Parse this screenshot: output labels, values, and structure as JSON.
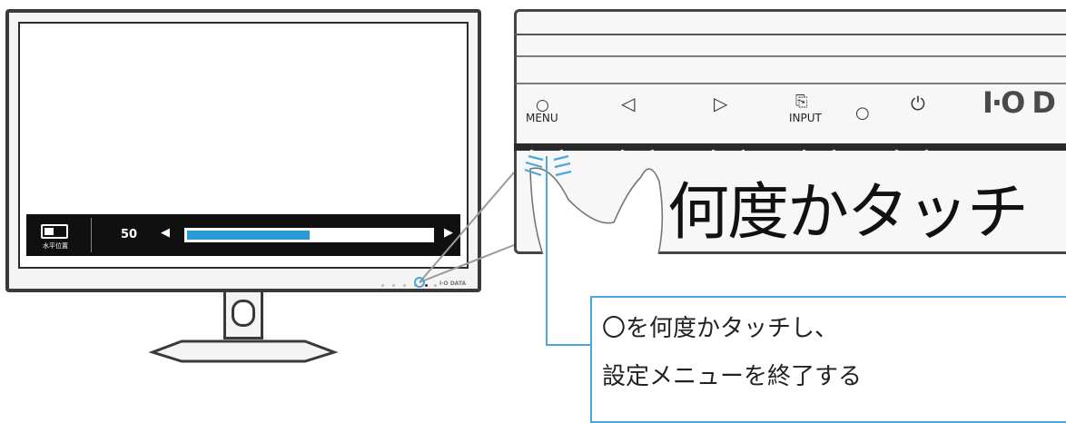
{
  "osd": {
    "icon": "horizontal-position-icon",
    "label": "水平位置",
    "value": "50",
    "left_arrow": "◀",
    "right_arrow": "▶",
    "level_fraction": 0.5
  },
  "monitor": {
    "front_logo": "I·O DATA"
  },
  "panel": {
    "buttons": [
      {
        "icon": "circle-icon",
        "glyph": "○",
        "label": "MENU"
      },
      {
        "icon": "triangle-left-icon",
        "glyph": "◁",
        "label": ""
      },
      {
        "icon": "triangle-right-icon",
        "glyph": "▷",
        "label": ""
      },
      {
        "icon": "input-icon",
        "glyph": "⎘",
        "label": "INPUT"
      },
      {
        "icon": "sensor-circle-icon",
        "glyph": "○",
        "label": ""
      },
      {
        "icon": "power-icon",
        "glyph": "⏻",
        "label": ""
      }
    ],
    "logo": "I·O D"
  },
  "caption": "何度かタッチ",
  "note": {
    "line1": "〇を何度かタッチし、",
    "line2": "設定メニューを終了する"
  },
  "colors": {
    "accent": "#4aa6db",
    "osd_fill": "#2c9ad6",
    "osd_background": "#101010"
  }
}
